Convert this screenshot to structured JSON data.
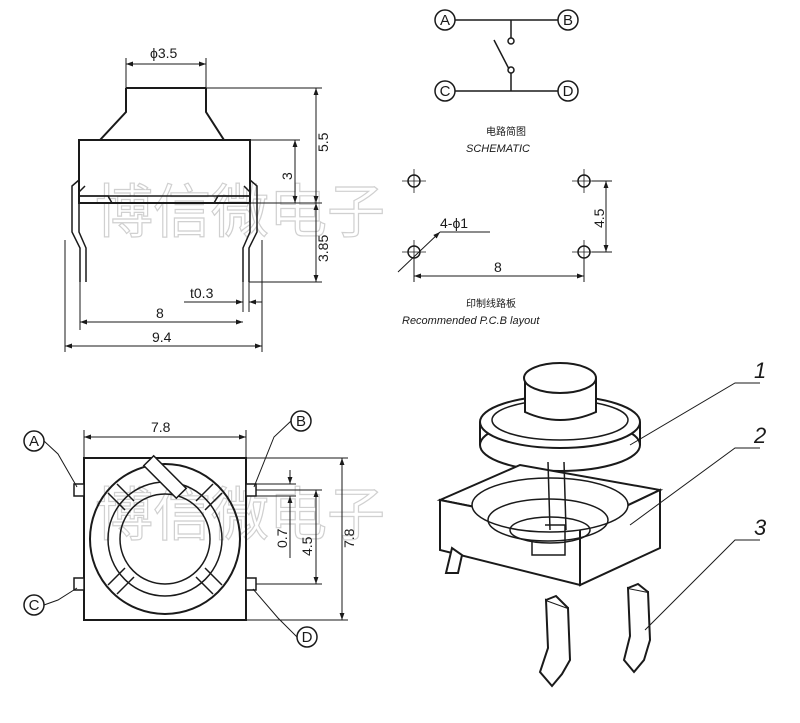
{
  "watermark": {
    "text": "博信微电子"
  },
  "side_view": {
    "dim_diameter": "ϕ3.5",
    "dim_height_total": "5.5",
    "dim_body": "3",
    "dim_leg": "3.85",
    "dim_thickness": "t0.3",
    "dim_pitch": "8",
    "dim_width": "9.4"
  },
  "schematic": {
    "terminals": [
      "A",
      "B",
      "C",
      "D"
    ],
    "caption_cn": "电路简图",
    "caption_en": "SCHEMATIC"
  },
  "pcb_layout": {
    "dim_holes": "4-ϕ1",
    "dim_vertical": "4.5",
    "dim_horizontal": "8",
    "caption_cn": "印制线路板",
    "caption_en": "Recommended P.C.B layout"
  },
  "top_view": {
    "terminals": [
      "A",
      "B",
      "C",
      "D"
    ],
    "dim_width": "7.8",
    "dim_height": "7.8",
    "dim_pin_width": "0.7",
    "dim_pin_pitch": "4.5"
  },
  "exploded_view": {
    "callouts": [
      "1",
      "2",
      "3"
    ]
  }
}
